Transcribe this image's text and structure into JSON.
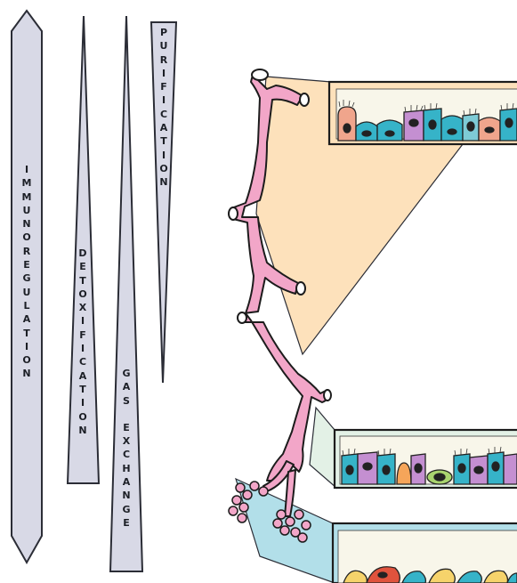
{
  "labels": {
    "immunoregulation": "IMMUNOREGULATION",
    "detoxification": "DETOXIFICATION",
    "gas_exchange": "GAS EXCHANGE",
    "purification": "PURIFICATION"
  },
  "colors": {
    "bar_fill": "#d8d9e6",
    "bar_stroke": "#2b2d36",
    "airway_pink": "#f2a6c8",
    "upper_panel": "#fde1bb",
    "middle_panel": "#e3f1e6",
    "lower_panel": "#b2dfe9",
    "ciliated_cell": "#36b3c8",
    "goblet_cell": "#c48fd1",
    "club_cell": "#f0a58c",
    "nucleus": "#222222"
  }
}
